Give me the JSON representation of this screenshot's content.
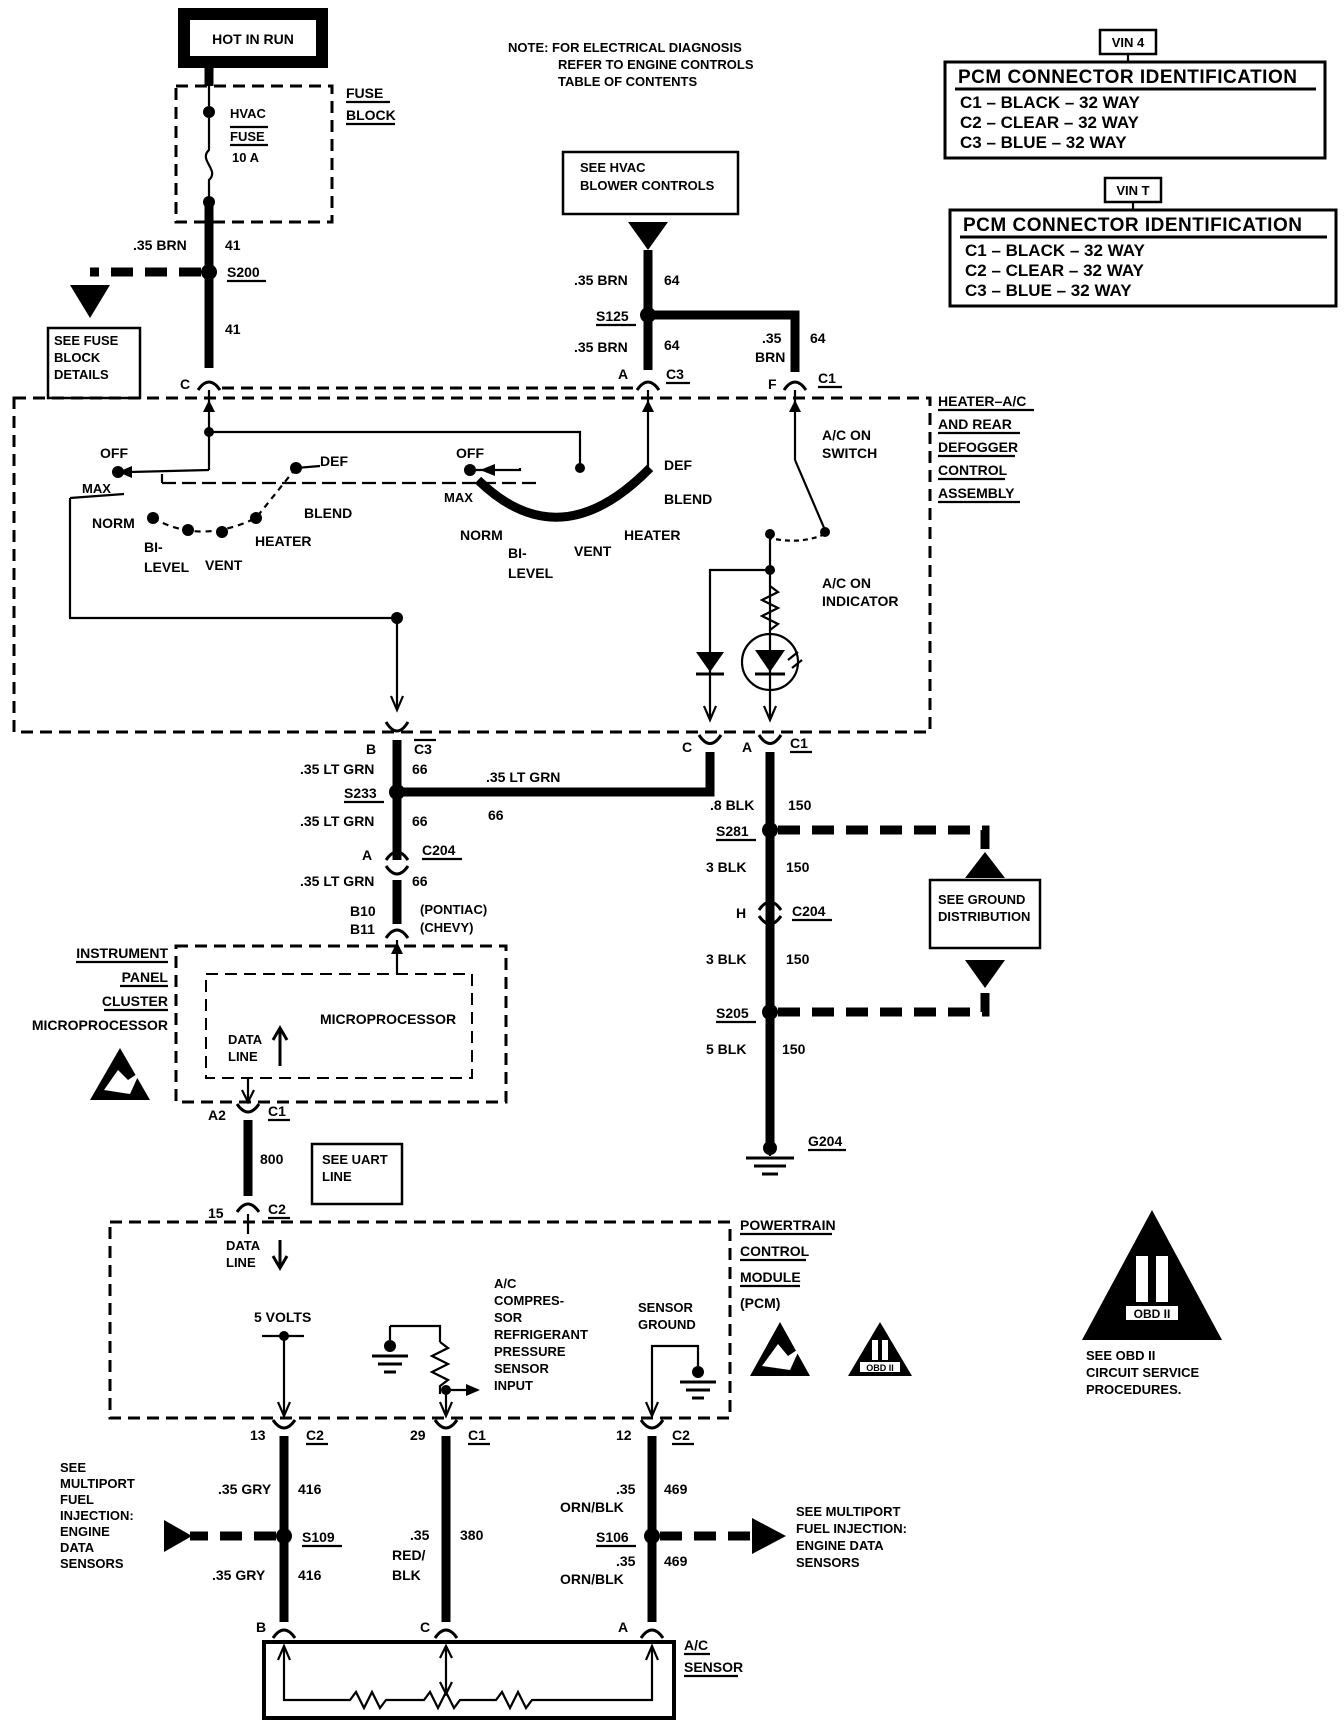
{
  "power": {
    "hot_in_run": "HOT IN RUN",
    "fuse_block": [
      "FUSE",
      "BLOCK"
    ],
    "hvac_fuse": [
      "HVAC",
      "FUSE",
      "10 A"
    ]
  },
  "note": [
    "NOTE: FOR ELECTRICAL DIAGNOSIS",
    "REFER TO ENGINE CONTROLS",
    "TABLE OF CONTENTS"
  ],
  "pcm_tables": [
    {
      "vin": "VIN 4",
      "title": "PCM CONNECTOR IDENTIFICATION",
      "rows": [
        "C1  –  BLACK   –  32 WAY",
        "C2  –  CLEAR   –  32 WAY",
        "C3  –  BLUE     –  32 WAY"
      ]
    },
    {
      "vin": "VIN T",
      "title": "PCM CONNECTOR IDENTIFICATION",
      "rows": [
        "C1  –  BLACK   –  32 WAY",
        "C2  –  CLEAR   –  32 WAY",
        "C3  –  BLUE     –  32 WAY"
      ]
    }
  ],
  "refs": {
    "hvac_blower": [
      "SEE HVAC",
      "BLOWER CONTROLS"
    ],
    "fuse_details": [
      "SEE FUSE",
      "BLOCK",
      "DETAILS"
    ],
    "ground_dist": [
      "SEE GROUND",
      "DISTRIBUTION"
    ],
    "uart": [
      "SEE UART",
      "LINE"
    ],
    "mpfi_left": [
      "SEE",
      "MULTIPORT",
      "FUEL",
      "INJECTION:",
      "ENGINE",
      "DATA",
      "SENSORS"
    ],
    "mpfi_right": [
      "SEE MULTIPORT",
      "FUEL INJECTION:",
      "ENGINE DATA",
      "SENSORS"
    ],
    "obd": [
      "SEE OBD II",
      "CIRCUIT SERVICE",
      "PROCEDURES."
    ],
    "obd_badge": "OBD II"
  },
  "wires": {
    "brn35": ".35 BRN",
    "c41": "41",
    "c64": "64",
    "brn35_a": ".35",
    "brn35_b": "BRN",
    "ltgrn35": ".35 LT GRN",
    "c66": "66",
    "blk8": ".8 BLK",
    "blk3": "3 BLK",
    "blk5": "5 BLK",
    "c150": "150",
    "c800": "800",
    "gry35": ".35 GRY",
    "c416": "416",
    "redblk": [
      ".35",
      "RED/",
      "BLK"
    ],
    "c380": "380",
    "orn35": ".35",
    "ornblk": "ORN/BLK",
    "c469": "469"
  },
  "splices": {
    "s200": "S200",
    "s125": "S125",
    "s233": "S233",
    "s281": "S281",
    "s205": "S205",
    "s109": "S109",
    "s106": "S106",
    "g204": "G204"
  },
  "connectors": {
    "c": "C",
    "a": "A",
    "f": "F",
    "b": "B",
    "h": "H",
    "c1": "C1",
    "c2": "C2",
    "c3": "C3",
    "c204": "C204",
    "b10": "B10",
    "b11": "B11",
    "pontiac": "(PONTIAC)",
    "chevy": "(CHEVY)",
    "a2": "A2",
    "p15": "15",
    "p13": "13",
    "p29": "29",
    "p12": "12"
  },
  "control": {
    "label": [
      "HEATER–A/C",
      "AND REAR",
      "DEFOGGER",
      "CONTROL",
      "ASSEMBLY"
    ],
    "off": "OFF",
    "max": "MAX",
    "norm": "NORM",
    "bi": "BI-",
    "level": "LEVEL",
    "vent": "VENT",
    "heater": "HEATER",
    "blend": "BLEND",
    "def": "DEF",
    "ac_switch": [
      "A/C ON",
      "SWITCH"
    ],
    "ac_indicator": [
      "A/C ON",
      "INDICATOR"
    ]
  },
  "ipc": {
    "label": [
      "INSTRUMENT",
      "PANEL",
      "CLUSTER",
      "MICROPROCESSOR"
    ],
    "micro": "MICROPROCESSOR",
    "data_line": [
      "DATA",
      "LINE"
    ]
  },
  "pcm": {
    "label": [
      "POWERTRAIN",
      "CONTROL",
      "MODULE",
      "(PCM)"
    ],
    "data_line": [
      "DATA",
      "LINE"
    ],
    "five_volts": "5 VOLTS",
    "pressure": [
      "A/C",
      "COMPRES-",
      "SOR",
      "REFRIGERANT",
      "PRESSURE",
      "SENSOR",
      "INPUT"
    ],
    "sensor_ground": [
      "SENSOR",
      "GROUND"
    ]
  },
  "sensor": [
    "A/C",
    "SENSOR"
  ]
}
